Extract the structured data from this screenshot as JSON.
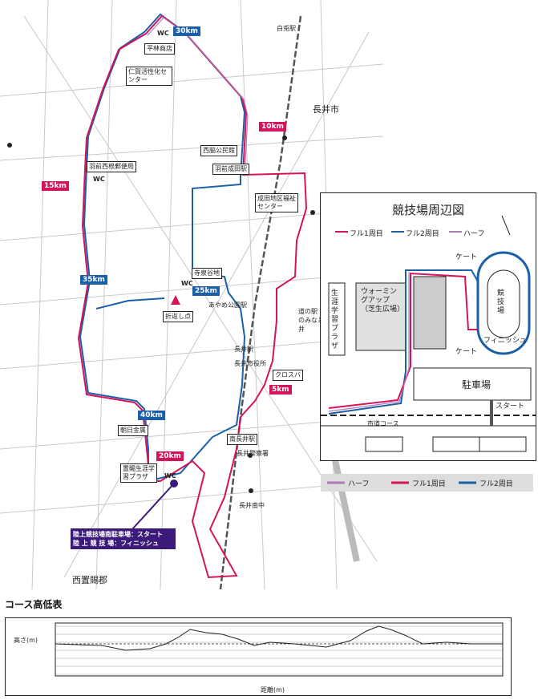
{
  "map": {
    "distance_markers": [
      {
        "label": "30km",
        "color": "blue"
      },
      {
        "label": "10km",
        "color": "red"
      },
      {
        "label": "15km",
        "color": "red"
      },
      {
        "label": "35km",
        "color": "blue"
      },
      {
        "label": "25km",
        "color": "blue"
      },
      {
        "label": "5km",
        "color": "red"
      },
      {
        "label": "40km",
        "color": "blue"
      },
      {
        "label": "20km",
        "color": "red"
      }
    ],
    "facilities": [
      "平林商店",
      "仁賀活性化センター",
      "西脇公民館",
      "羽前成田駅",
      "羽前西根郵便局",
      "成田地区福祉センター",
      "寺泉谷地",
      "折返し点",
      "クロスバ",
      "南長井駅",
      "朝日金属",
      "置賜生涯学習プラザ"
    ],
    "place_names": [
      "白兎駅",
      "長井市",
      "あやめ公園駅",
      "長井駅",
      "長井市役所",
      "長井南中",
      "長井警察署",
      "西置賜郡",
      "道の駅 川のみなと長井"
    ],
    "wc_label": "WC",
    "start_label_line1": "陸上競技場南駐車場：スタート",
    "start_label_line2": "陸 上 競 技 場：フィニッシュ"
  },
  "inset": {
    "title": "競技場周辺図",
    "legend": [
      "フル1周目",
      "フル2周目",
      "ハーフ"
    ],
    "labels": {
      "plaza": "生涯学習プラザ",
      "warmup": "ウォーミングアップ（芝生広場）",
      "gate": "ケート",
      "track": "競技場",
      "finish": "フィニッシュ",
      "gate2": "ケート",
      "parking": "駐車場",
      "start": "スタート",
      "course": "市道コース"
    }
  },
  "bottom_legend": [
    "ハーフ",
    "フル1周目",
    "フル2周目"
  ],
  "elevation": {
    "title": "コース高低表",
    "ylabel": "高さ(m)",
    "xlabel": "距離(m)"
  },
  "colors": {
    "full1": "#d4145a",
    "full2": "#1a5fa8",
    "half": "#b07ab8",
    "start_bg": "#3b1a7a"
  }
}
